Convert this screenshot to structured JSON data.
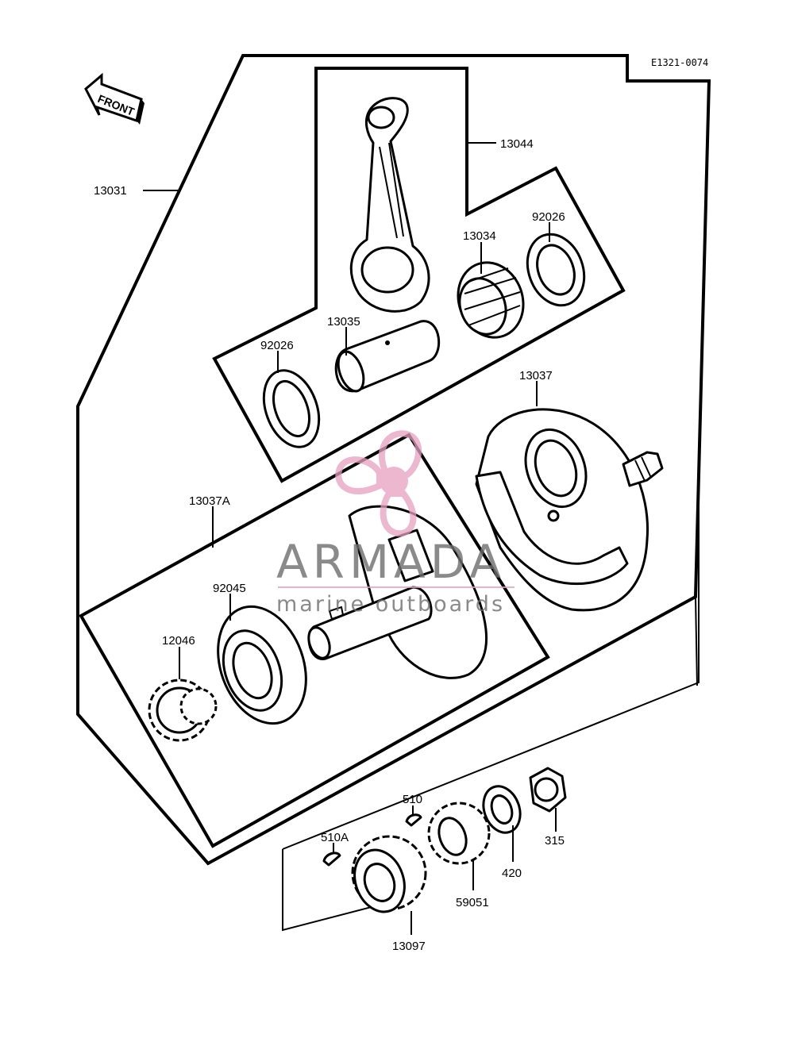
{
  "diagram": {
    "ref_code": "E1321-0074",
    "front_label": "FRONT",
    "watermark": {
      "brand": "ARMADA",
      "tagline": "marine outboards",
      "accent_color": "#e8a0c0"
    },
    "labels": {
      "p13031": "13031",
      "p13044": "13044",
      "p13034": "13034",
      "p92026_top": "92026",
      "p13035": "13035",
      "p92026_left": "92026",
      "p13037": "13037",
      "p13037A": "13037A",
      "p92045": "92045",
      "p12046": "12046",
      "p510": "510",
      "p510A": "510A",
      "p315": "315",
      "p420": "420",
      "p59051": "59051",
      "p13097": "13097"
    }
  }
}
